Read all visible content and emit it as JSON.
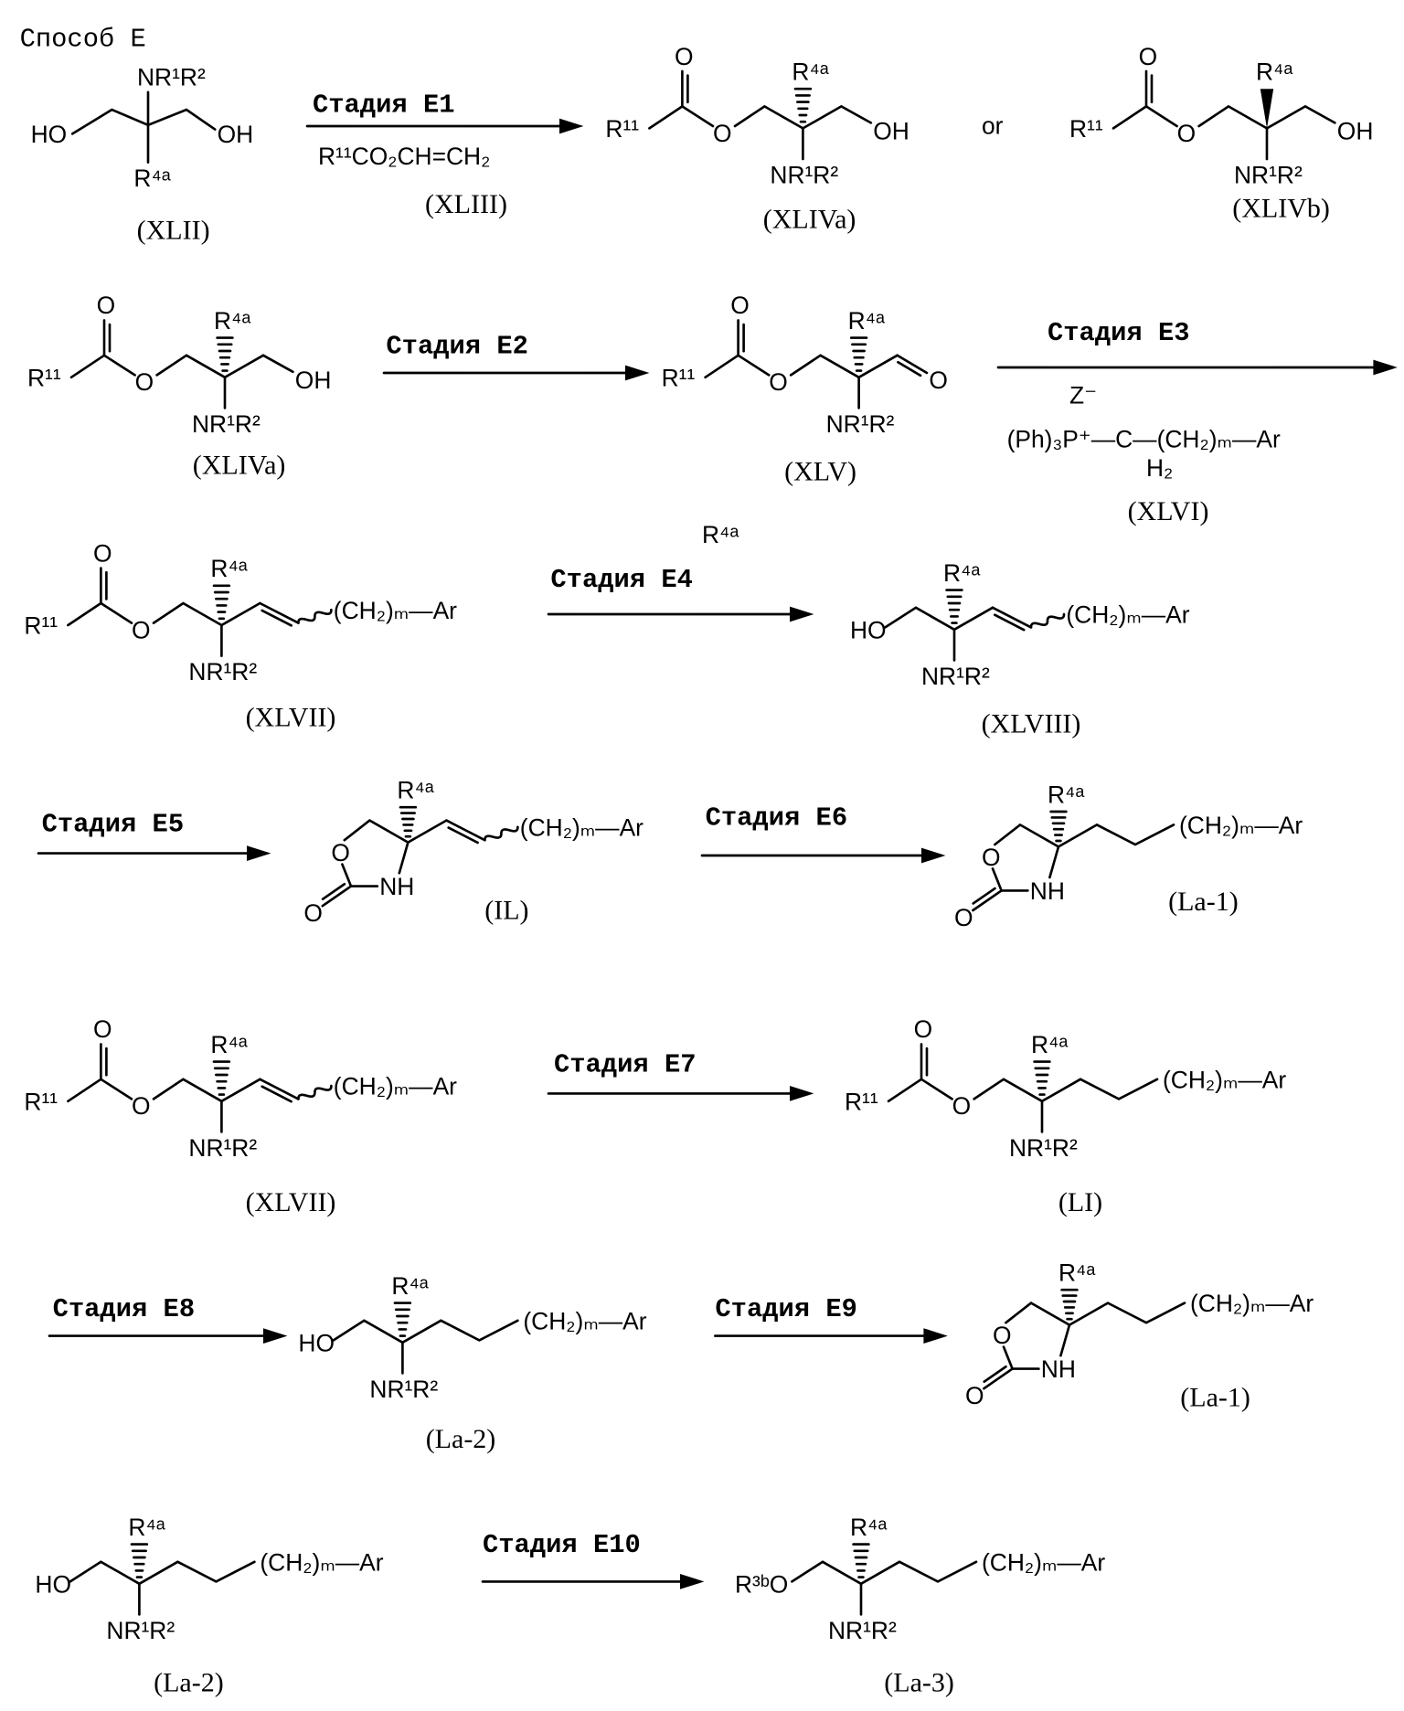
{
  "title": "Способ E",
  "or": "or",
  "labels": {
    "R11": "R¹¹",
    "R4a": "R⁴ᵃ",
    "NR1R2": "NR¹R²",
    "OH": "OH",
    "HO": "HO",
    "O": "O",
    "NH": "NH",
    "chain": "(CH₂)ₘ—Ar",
    "R3bO": "R³ᵇO"
  },
  "stages": [
    {
      "label": "Стадия E1",
      "reagent": "R¹¹CO₂CH=CH₂",
      "reagent_id": "(XLIII)"
    },
    {
      "label": "Стадия E2"
    },
    {
      "label": "Стадия E3",
      "counterion": "Z⁻",
      "ylide": "(Ph)₃P⁺—C—(CH₂)ₘ—Ar",
      "h2": "H₂",
      "reagent_id": "(XLVI)"
    },
    {
      "label": "Стадия E4",
      "note": "R⁴ᵃ"
    },
    {
      "label": "Стадия E5"
    },
    {
      "label": "Стадия E6"
    },
    {
      "label": "Стадия E7"
    },
    {
      "label": "Стадия E8"
    },
    {
      "label": "Стадия E9"
    },
    {
      "label": "Стадия E10"
    }
  ],
  "compounds": {
    "XLII": "(XLII)",
    "XLIVa": "(XLIVa)",
    "XLIVb": "(XLIVb)",
    "XLV": "(XLV)",
    "XLVII": "(XLVII)",
    "XLVIII": "(XLVIII)",
    "IL": "(IL)",
    "La1": "(La-1)",
    "LI": "(LI)",
    "La2": "(La-2)",
    "La3": "(La-3)"
  }
}
